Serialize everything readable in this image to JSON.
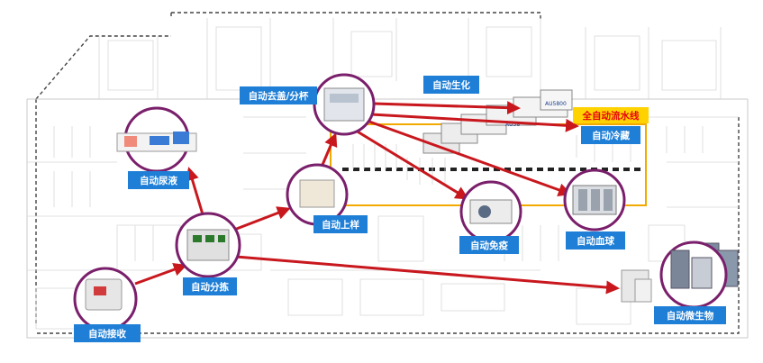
{
  "diagram": {
    "pipeline_label": "全自动流水线",
    "nodes": [
      {
        "id": "receive",
        "label": "自动接收"
      },
      {
        "id": "sort",
        "label": "自动分拣"
      },
      {
        "id": "urine",
        "label": "自动尿液"
      },
      {
        "id": "loading",
        "label": "自动上样"
      },
      {
        "id": "decap",
        "label": "自动去盖/分杯"
      },
      {
        "id": "biochem",
        "label": "自动生化"
      },
      {
        "id": "coldstore",
        "label": "自动冷藏"
      },
      {
        "id": "immuno",
        "label": "自动免疫"
      },
      {
        "id": "blood",
        "label": "自动血球"
      },
      {
        "id": "micro",
        "label": "自动微生物"
      }
    ],
    "machine_tags": [
      "AU5800",
      "AU58"
    ]
  },
  "colors": {
    "label_fill": "#1f7fd6",
    "arrow": "#c8181e",
    "node_ring": "#7a1f6b",
    "track": "#f2a900",
    "pipeline_label_bg": "#ffd200",
    "pipeline_label_text": "#e60012"
  }
}
